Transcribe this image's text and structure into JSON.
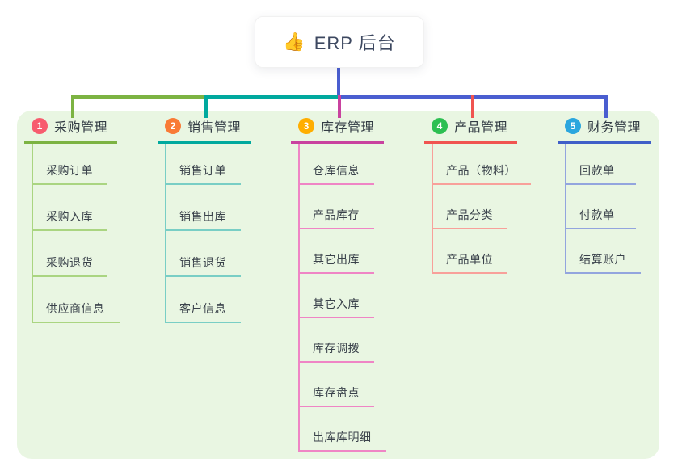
{
  "root": {
    "icon": "thumbs-up",
    "icon_glyph": "👍",
    "title": "ERP 后台"
  },
  "branches": [
    {
      "num": "1",
      "label": "采购管理",
      "badge_color": "#f75c6e",
      "line_color": "#7cb342",
      "sub_line_color": "#aad581",
      "items": [
        "采购订单",
        "采购入库",
        "采购退货",
        "供应商信息"
      ]
    },
    {
      "num": "2",
      "label": "销售管理",
      "badge_color": "#f97b36",
      "line_color": "#00a99e",
      "sub_line_color": "#79cec5",
      "items": [
        "销售订单",
        "销售出库",
        "销售退货",
        "客户信息"
      ]
    },
    {
      "num": "3",
      "label": "库存管理",
      "badge_color": "#ffae00",
      "line_color": "#c9429f",
      "sub_line_color": "#ef85c5",
      "items": [
        "仓库信息",
        "产品库存",
        "其它出库",
        "其它入库",
        "库存调拨",
        "库存盘点",
        "出库库明细"
      ]
    },
    {
      "num": "4",
      "label": "产品管理",
      "badge_color": "#2dbf52",
      "line_color": "#f05450",
      "sub_line_color": "#f8a09a",
      "items": [
        "产品（物料）",
        "产品分类",
        "产品单位"
      ]
    },
    {
      "num": "5",
      "label": "财务管理",
      "badge_color": "#2ba6de",
      "line_color": "#3f5fc8",
      "sub_line_color": "#93a5de",
      "items": [
        "回款单",
        "付款单",
        "结算账户"
      ]
    }
  ],
  "colors": {
    "page_bg": "#ffffff",
    "panel_bg": "#e9f6e2",
    "root_stem": "#4a5ed0"
  }
}
